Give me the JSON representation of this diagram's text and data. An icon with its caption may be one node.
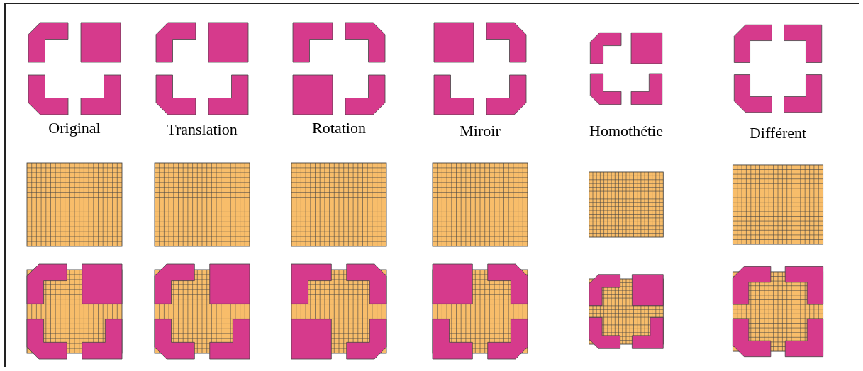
{
  "diagram": {
    "labels": [
      "Original",
      "Translation",
      "Rotation",
      "Miroir",
      "Homothétie",
      "Différent"
    ]
  }
}
